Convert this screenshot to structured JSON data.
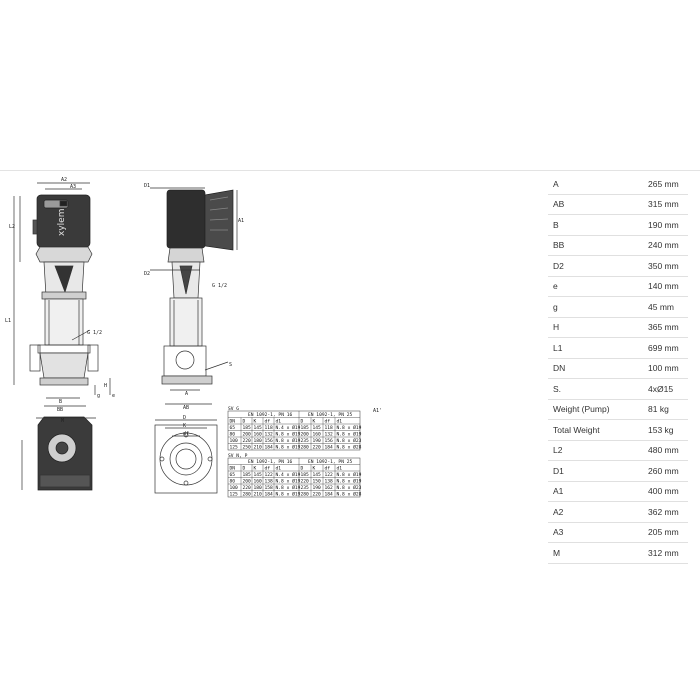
{
  "brand_logo": "xylem",
  "drawing_labels": {
    "A2": "A2",
    "A3": "A3",
    "L2": "L2",
    "L1": "L1",
    "D1": "D1",
    "D2": "D2",
    "A1": "A1",
    "G12a": "G 1/2",
    "G12b": "G 1/2",
    "S": "S",
    "H": "H",
    "B": "B",
    "BB": "BB",
    "g": "g",
    "e": "e",
    "A": "A",
    "AB": "AB",
    "M": "M",
    "D": "D",
    "K": "K",
    "df": "df",
    "A1prime": "A1'"
  },
  "flange_tables": [
    {
      "title": "SV G",
      "group_left": "EN 1092-1, PN 16",
      "group_right": "EN 1092-1, PN 25",
      "columns": [
        "DN",
        "D",
        "K",
        "df",
        "d1",
        "D",
        "K",
        "df",
        "d1"
      ],
      "rows": [
        [
          "65",
          "185",
          "145",
          "118",
          "N.4 x Ø19",
          "185",
          "145",
          "118",
          "N.8 x Ø19"
        ],
        [
          "80",
          "200",
          "160",
          "132",
          "N.8 x Ø19",
          "200",
          "160",
          "132",
          "N.8 x Ø19"
        ],
        [
          "100",
          "220",
          "180",
          "156",
          "N.8 x Ø19",
          "235",
          "190",
          "156",
          "N.8 x Ø23"
        ],
        [
          "125",
          "250",
          "210",
          "184",
          "N.8 x Ø19",
          "280",
          "220",
          "184",
          "N.8 x Ø28"
        ]
      ]
    },
    {
      "title": "SV N, P",
      "group_left": "EN 1092-1, PN 16",
      "group_right": "EN 1092-1, PN 25",
      "columns": [
        "DN",
        "D",
        "K",
        "df",
        "d1",
        "D",
        "K",
        "df",
        "d1"
      ],
      "rows": [
        [
          "65",
          "185",
          "145",
          "122",
          "N.4 x Ø19",
          "185",
          "145",
          "122",
          "N.8 x Ø19"
        ],
        [
          "80",
          "200",
          "160",
          "138",
          "N.8 x Ø19",
          "220",
          "150",
          "138",
          "N.8 x Ø19"
        ],
        [
          "100",
          "220",
          "180",
          "158",
          "N.8 x Ø19",
          "235",
          "190",
          "162",
          "N.8 x Ø23"
        ],
        [
          "125",
          "280",
          "210",
          "184",
          "N.8 x Ø19",
          "280",
          "220",
          "184",
          "N.8 x Ø28"
        ]
      ]
    }
  ],
  "specs": [
    {
      "label": "A",
      "value": "265 mm"
    },
    {
      "label": "AB",
      "value": "315 mm"
    },
    {
      "label": "B",
      "value": "190 mm"
    },
    {
      "label": "BB",
      "value": "240 mm"
    },
    {
      "label": "D2",
      "value": "350 mm"
    },
    {
      "label": "e",
      "value": "140 mm"
    },
    {
      "label": "g",
      "value": "45 mm"
    },
    {
      "label": "H",
      "value": "365 mm"
    },
    {
      "label": "L1",
      "value": "699 mm"
    },
    {
      "label": "DN",
      "value": "100 mm"
    },
    {
      "label": "S.",
      "value": "4xØ15"
    },
    {
      "label": "Weight (Pump)",
      "value": "81 kg"
    },
    {
      "label": "Total Weight",
      "value": "153 kg"
    },
    {
      "label": "L2",
      "value": "480 mm"
    },
    {
      "label": "D1",
      "value": "260 mm"
    },
    {
      "label": "A1",
      "value": "400 mm"
    },
    {
      "label": "A2",
      "value": "362 mm"
    },
    {
      "label": "A3",
      "value": "205 mm"
    },
    {
      "label": "M",
      "value": "312 mm"
    }
  ]
}
